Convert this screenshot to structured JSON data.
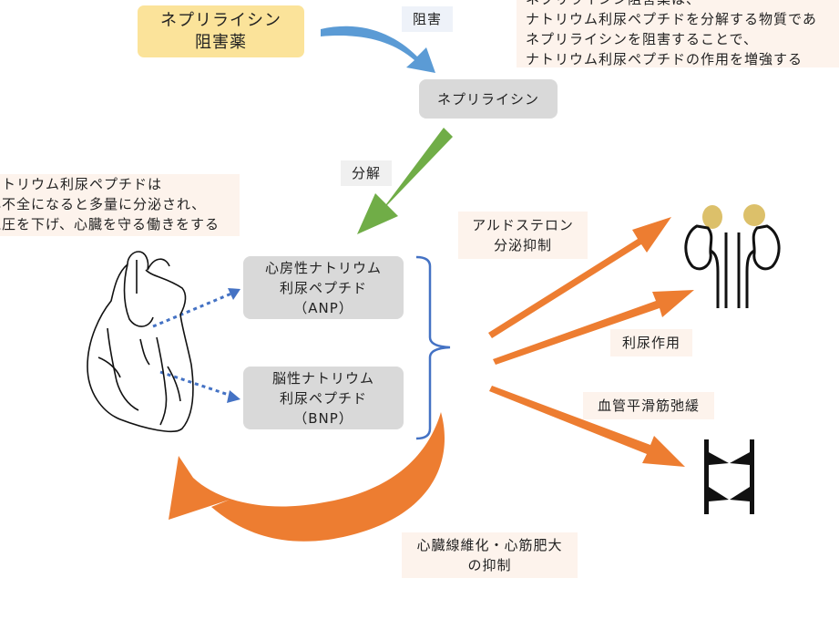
{
  "drug_box": "ネプリライシン\n阻害薬",
  "label_inhibit": "阻害",
  "neprilysin": "ネプリライシン",
  "label_decompose": "分解",
  "note_top_right": "ネプリライシン阻害薬は、\nナトリウム利尿ペプチドを分解する物質であ\nネプリライシンを阻害することで、\nナトリウム利尿ペプチドの作用を増強する",
  "note_left": "ナトリウム利尿ペプチドは\n心不全になると多量に分泌され、\n血圧を下げ、心臓を守る働きをする",
  "anp": "心房性ナトリウム\n利尿ペプチド\n（ANP）",
  "bnp": "脳性ナトリウム\n利尿ペプチド\n（BNP）",
  "effects": {
    "aldosterone": "アルドステロン\n分泌抑制",
    "diuresis": "利尿作用",
    "vasodilation": "血管平滑筋弛緩",
    "antifibrosis": "心臓線維化・心筋肥大\nの抑制"
  },
  "colors": {
    "blue_arrow": "#5b9bd5",
    "green_arrow": "#70ad47",
    "orange_arrow": "#ed7d31",
    "brace": "#4472c4",
    "drug_fill": "#fbe39a",
    "node_fill": "#d9d9d9"
  },
  "icons": [
    "heart-icon",
    "kidney-adrenal-icon",
    "blood-vessel-icon"
  ]
}
